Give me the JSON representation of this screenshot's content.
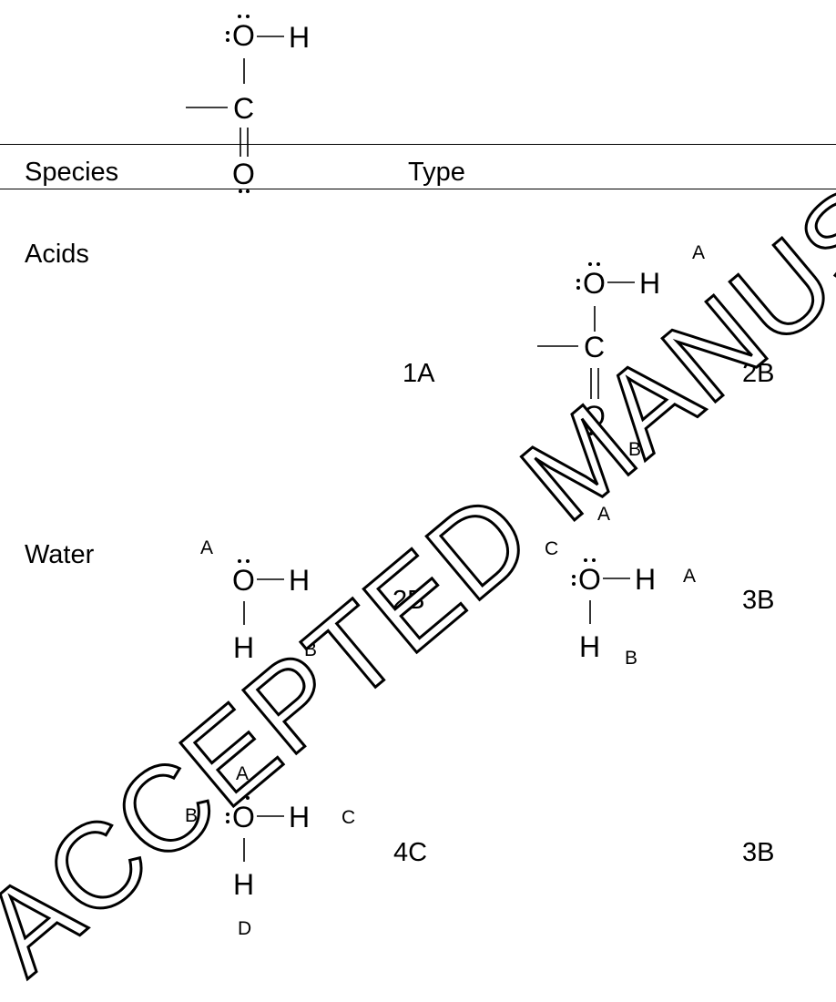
{
  "table": {
    "headers": {
      "species": "Species",
      "type": "Type"
    },
    "rows": [
      {
        "label": "Acids",
        "mid_type": "1A",
        "right_type": "2B"
      },
      {
        "label": "Water",
        "mid_type": "2B",
        "right_type": "3B"
      },
      {
        "label": "",
        "mid_type": "4C",
        "right_type": "3B"
      }
    ]
  },
  "molecules": {
    "top_header": {
      "atoms": {
        "o": "O",
        "h": "H",
        "c": "C",
        "o2": "O"
      }
    },
    "acid_right": {
      "atoms": {
        "o": "O",
        "h": "H",
        "c": "C",
        "o2": "O"
      },
      "sites": {
        "a": "A",
        "b": "B"
      }
    },
    "water_mid": {
      "atoms": {
        "o": "O",
        "h": "H",
        "h2": "H"
      },
      "sites": {
        "a": "A",
        "b": "B"
      }
    },
    "water_right": {
      "atoms": {
        "o": "O",
        "h": "H",
        "h2": "H"
      },
      "sites": {
        "a_top": "A",
        "a_right": "A",
        "b": "B",
        "c": "C"
      }
    },
    "water_four": {
      "atoms": {
        "o": "O",
        "h": "H",
        "h2": "H"
      },
      "sites": {
        "a": "A",
        "b": "B",
        "c": "C",
        "d": "D"
      }
    }
  },
  "watermark": {
    "text": "ACCEPTED MANUSCRIPT"
  }
}
